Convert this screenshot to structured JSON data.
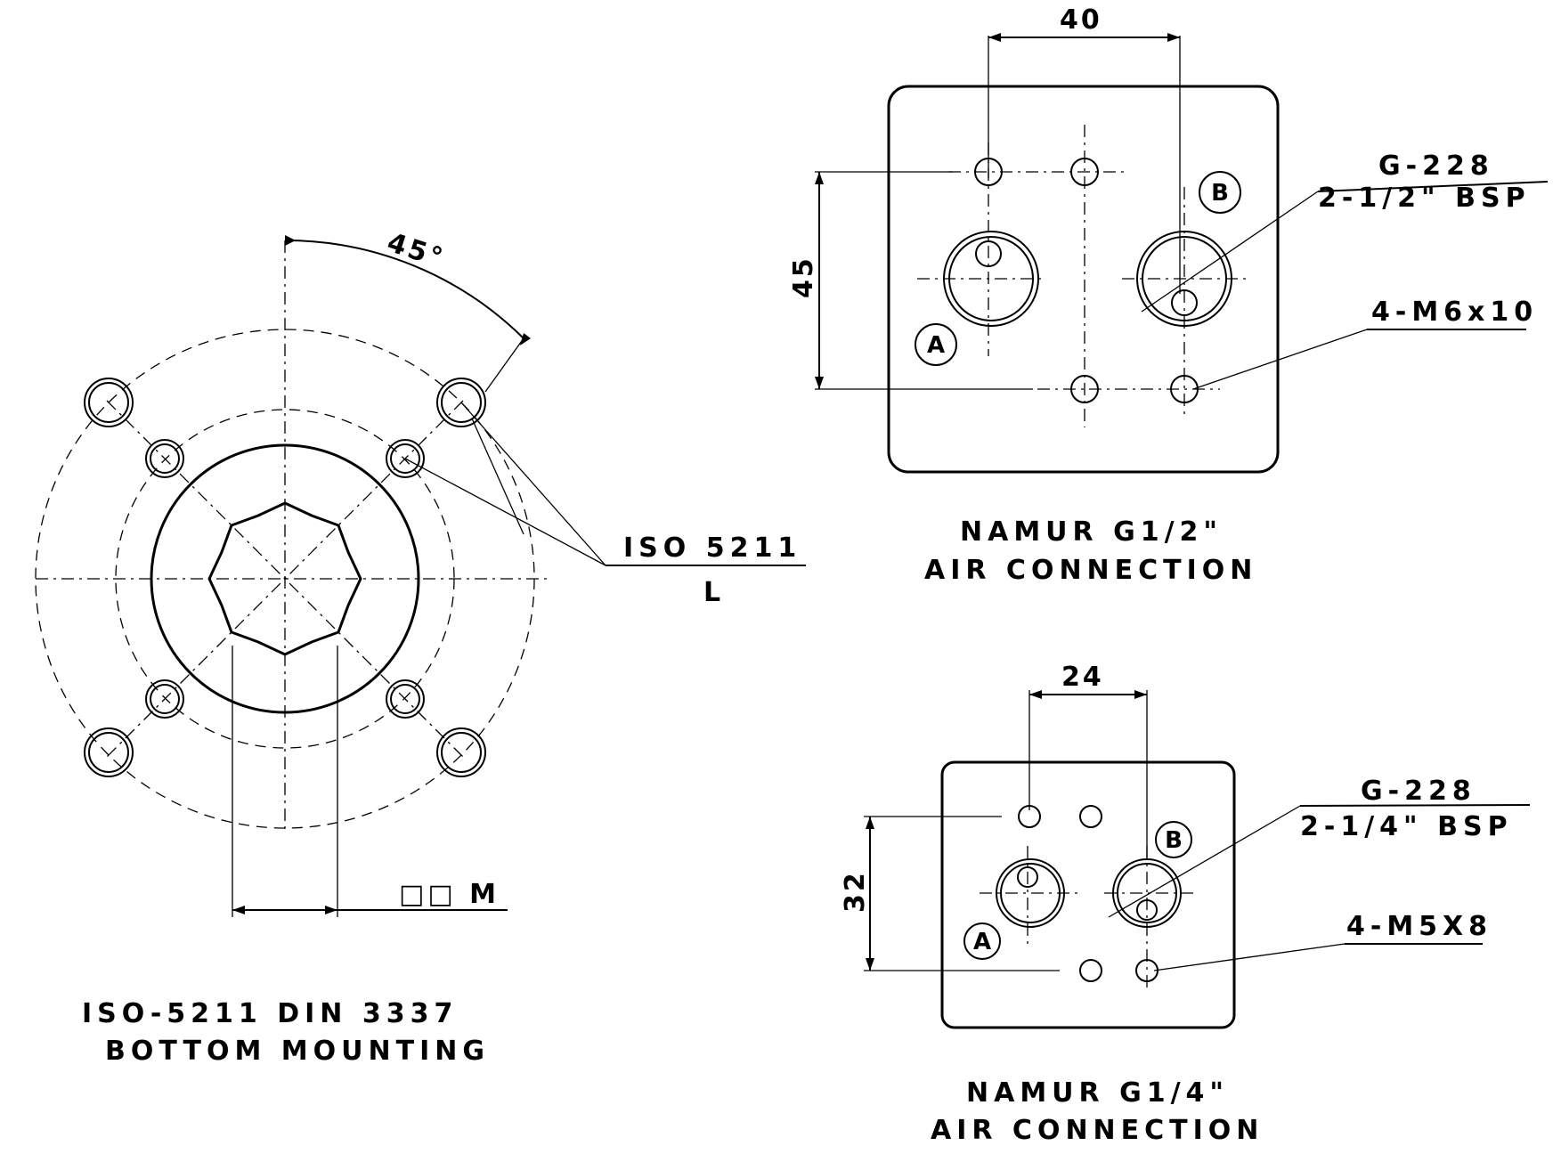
{
  "flange": {
    "angle_label": "45°",
    "iso_label": "ISO 5211",
    "iso_sublabel": "L",
    "square_label": "□□ M",
    "caption_line1": "ISO-5211 DIN 3337",
    "caption_line2": "BOTTOM MOUNTING"
  },
  "namur_half": {
    "dim_width": "40",
    "dim_height": "45",
    "port_a": "A",
    "port_b": "B",
    "thread_label_line1": "G-228",
    "thread_label_line2": "2-1/2\" BSP",
    "screw_label": "4-M6x10",
    "caption_line1": "NAMUR G1/2\"",
    "caption_line2": "AIR CONNECTION"
  },
  "namur_quarter": {
    "dim_width": "24",
    "dim_height": "32",
    "port_a": "A",
    "port_b": "B",
    "thread_label_line1": "G-228",
    "thread_label_line2": "2-1/4\" BSP",
    "screw_label": "4-M5X8",
    "caption_line1": "NAMUR G1/4\"",
    "caption_line2": "AIR CONNECTION"
  }
}
